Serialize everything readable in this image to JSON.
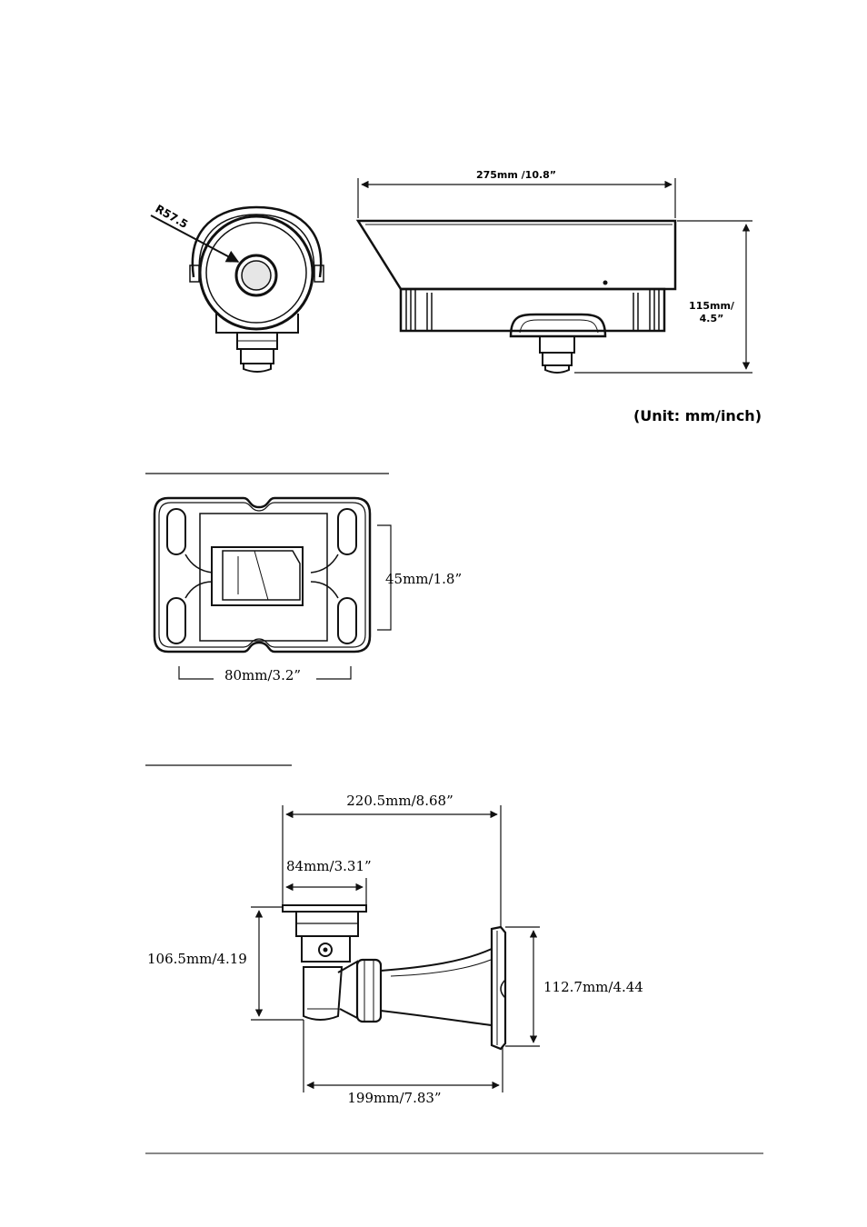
{
  "housing": {
    "radius_label": "R57.5",
    "length_label": "275mm /10.8”",
    "height_label_line1": "115mm/",
    "height_label_line2": "4.5”",
    "unit_note": "(Unit: mm/inch)"
  },
  "mount_plate": {
    "height_label": "45mm/1.8”",
    "width_label": "80mm/3.2”"
  },
  "bracket": {
    "total_length_label": "220.5mm/8.68”",
    "top_width_label": "84mm/3.31”",
    "left_height_label": "106.5mm/4.19",
    "right_height_label": "112.7mm/4.44",
    "bottom_length_label": "199mm/7.83”"
  }
}
